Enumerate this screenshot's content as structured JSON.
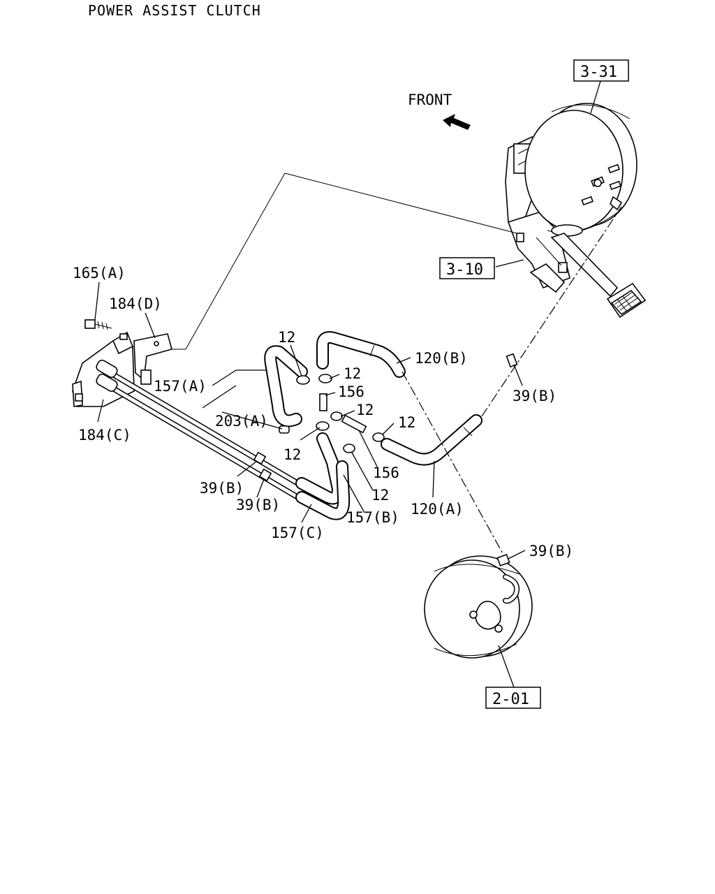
{
  "title": "POWER ASSIST CLUTCH",
  "direction_label": "FRONT",
  "references": {
    "r331": "3-31",
    "r310": "3-10",
    "r201": "2-01"
  },
  "labels": {
    "l165a": "165(A)",
    "l184d": "184(D)",
    "l184c": "184(C)",
    "l157a": "157(A)",
    "l203a": "203(A)",
    "l12_1": "12",
    "l12_2": "12",
    "l12_3": "12",
    "l12_4": "12",
    "l12_5": "12",
    "l12_6": "12",
    "l156_1": "156",
    "l156_2": "156",
    "l120b": "120(B)",
    "l120a": "120(A)",
    "l39b_1": "39(B)",
    "l39b_2": "39(B)",
    "l39b_3": "39(B)",
    "l39b_4": "39(B)",
    "l157b": "157(B)",
    "l157c": "157(C)"
  }
}
